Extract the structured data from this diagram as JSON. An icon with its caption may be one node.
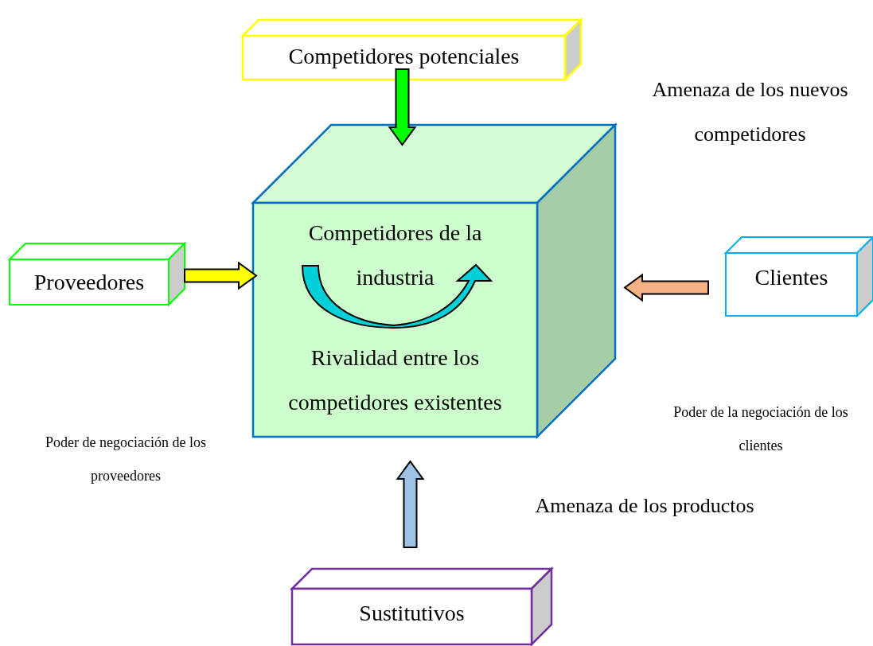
{
  "diagram": {
    "nodes": [
      {
        "text": [
          "Competidores potenciales"
        ]
      },
      {
        "text": [
          "Competidores de la industria",
          "Rivalidad entre los competidores existentes"
        ]
      },
      {
        "text": [
          "Proveedores"
        ]
      },
      {
        "text": [
          "Clientes"
        ]
      },
      {
        "text": [
          "Sustitutivos"
        ]
      }
    ],
    "edges": [
      {
        "from": 0,
        "to": 1,
        "arrow": "to",
        "color": "#00ff00"
      },
      {
        "from": 2,
        "to": 1,
        "arrow": "to",
        "color": "#ffff00"
      },
      {
        "from": 3,
        "to": 1,
        "arrow": "to",
        "color": "#f4b183"
      },
      {
        "from": 4,
        "to": 1,
        "arrow": "to",
        "color": "#9dc3e6"
      }
    ],
    "labels": [
      "Amenaza de los nuevos competidores",
      "Poder de la negociación de los clientes",
      "Poder de negociación de los proveedores",
      "Amenaza de los productos"
    ]
  }
}
